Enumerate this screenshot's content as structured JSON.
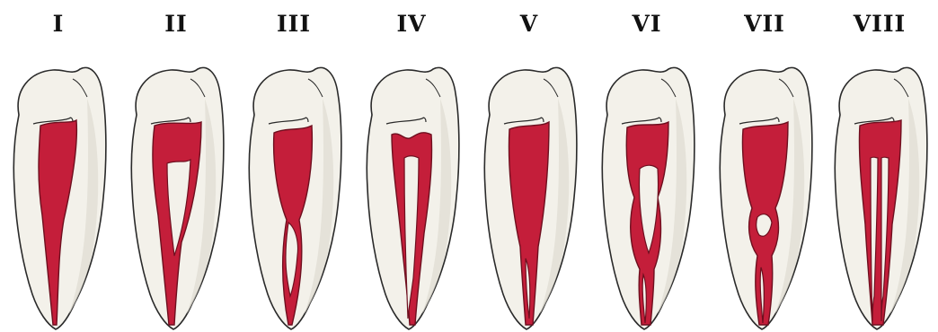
{
  "colors": {
    "enamel": "#f3f1ea",
    "enamel_shade": "#dedbd2",
    "outline": "#2a2a2a",
    "canal": "#c41e3a",
    "canal_edge": "#6e0f1f"
  },
  "types": [
    {
      "label": "I"
    },
    {
      "label": "II"
    },
    {
      "label": "III"
    },
    {
      "label": "IV"
    },
    {
      "label": "V"
    },
    {
      "label": "VI"
    },
    {
      "label": "VII"
    },
    {
      "label": "VIII"
    }
  ]
}
